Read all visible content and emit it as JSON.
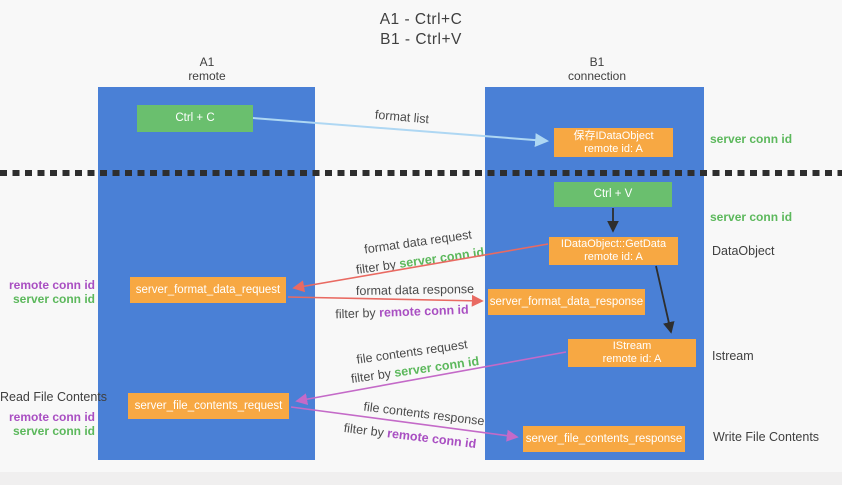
{
  "title": {
    "line1": "A1 - Ctrl+C",
    "line2": "B1 - Ctrl+V"
  },
  "columns": {
    "left": {
      "id": "A1",
      "role": "remote"
    },
    "right": {
      "id": "B1",
      "role": "connection"
    }
  },
  "boxes": {
    "ctrl_c": {
      "label": "Ctrl + C"
    },
    "ctrl_v": {
      "label": "Ctrl + V"
    },
    "save_idataobject": {
      "line1": "保存IDataObject",
      "line2": "remote id: A"
    },
    "idataobject_getdata": {
      "line1": "IDataObject::GetData",
      "line2": "remote id: A"
    },
    "istream": {
      "line1": "IStream",
      "line2": "remote id: A"
    },
    "server_format_data_request": {
      "label": "server_format_data_request"
    },
    "server_format_data_response": {
      "label": "server_format_data_response"
    },
    "server_file_contents_request": {
      "label": "server_file_contents_request"
    },
    "server_file_contents_response": {
      "label": "server_file_contents_response"
    }
  },
  "flow_labels": {
    "format_list": "format list",
    "format_data_request": "format data request",
    "format_data_response": "format data response",
    "file_contents_request": "file contents request",
    "file_contents_response": "file contents response",
    "filter_by": "filter by ",
    "server_conn_id": "server conn id",
    "remote_conn_id": "remote conn id"
  },
  "side_labels": {
    "server_conn_id": "server conn id",
    "remote_conn_id": "remote conn id",
    "dataobject": "DataObject",
    "istream": "Istream",
    "read_file_contents": "Read File Contents",
    "write_file_contents": "Write File Contents"
  },
  "colors": {
    "lifeline-blue": "#4a80d6",
    "box-green": "#6abf6e",
    "box-orange": "#f7a843",
    "arrow-blue": "#aed7f3",
    "arrow-red": "#e96a62",
    "arrow-magenta": "#c46ac8",
    "arrow-black": "#2e2e2e",
    "text-dark": "#3f3f3f",
    "text-green": "#5cb85c",
    "text-purple": "#a94fc2",
    "background": "#f8f8f8"
  }
}
